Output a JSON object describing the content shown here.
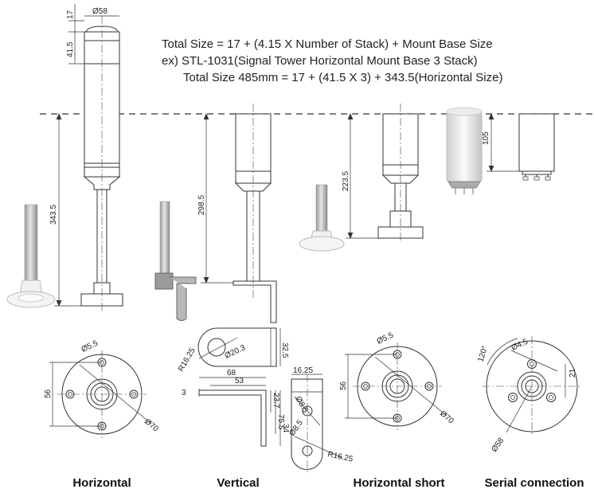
{
  "formula": {
    "line1": "Total Size = 17 + (4.15 X Number of Stack) + Mount Base Size",
    "line2": "ex) STL-1031(Signal Tower Horizontal Mount Base 3 Stack)",
    "line3": "Total Size 485mm = 17 + (41.5 X 3) + 343.5(Horizontal Size)"
  },
  "dims": {
    "cap_height": "17",
    "tower_dia": "Ø58",
    "stack_height": "41.5",
    "horizontal_height": "343.5",
    "vertical_height": "298.5",
    "short_height": "223.5",
    "serial_height": "105",
    "h_base_d55": "Ø5.5",
    "h_base_56": "56",
    "h_base_d70": "Ø70",
    "v_r1625": "R16.25",
    "v_d203": "Ø20.3",
    "v_325": "32.5",
    "v_68": "68",
    "v_53": "53",
    "v_3": "3",
    "v_1625": "16.25",
    "v_237": "23.7",
    "v_755": "75.5",
    "v_34": "34",
    "v_d85a": "Ø8.5",
    "v_d85b": "Ø8.5",
    "v_r1625b": "R16.25",
    "hs_d55": "Ø5.5",
    "hs_56": "56",
    "hs_d70": "Ø70",
    "s_120": "120°",
    "s_d45": "Ø4.5",
    "s_21": "21",
    "s_d58": "Ø58"
  },
  "captions": {
    "horizontal": "Horizontal",
    "vertical": "Vertical",
    "horizontal_short": "Horizontal short",
    "serial": "Serial connection"
  }
}
